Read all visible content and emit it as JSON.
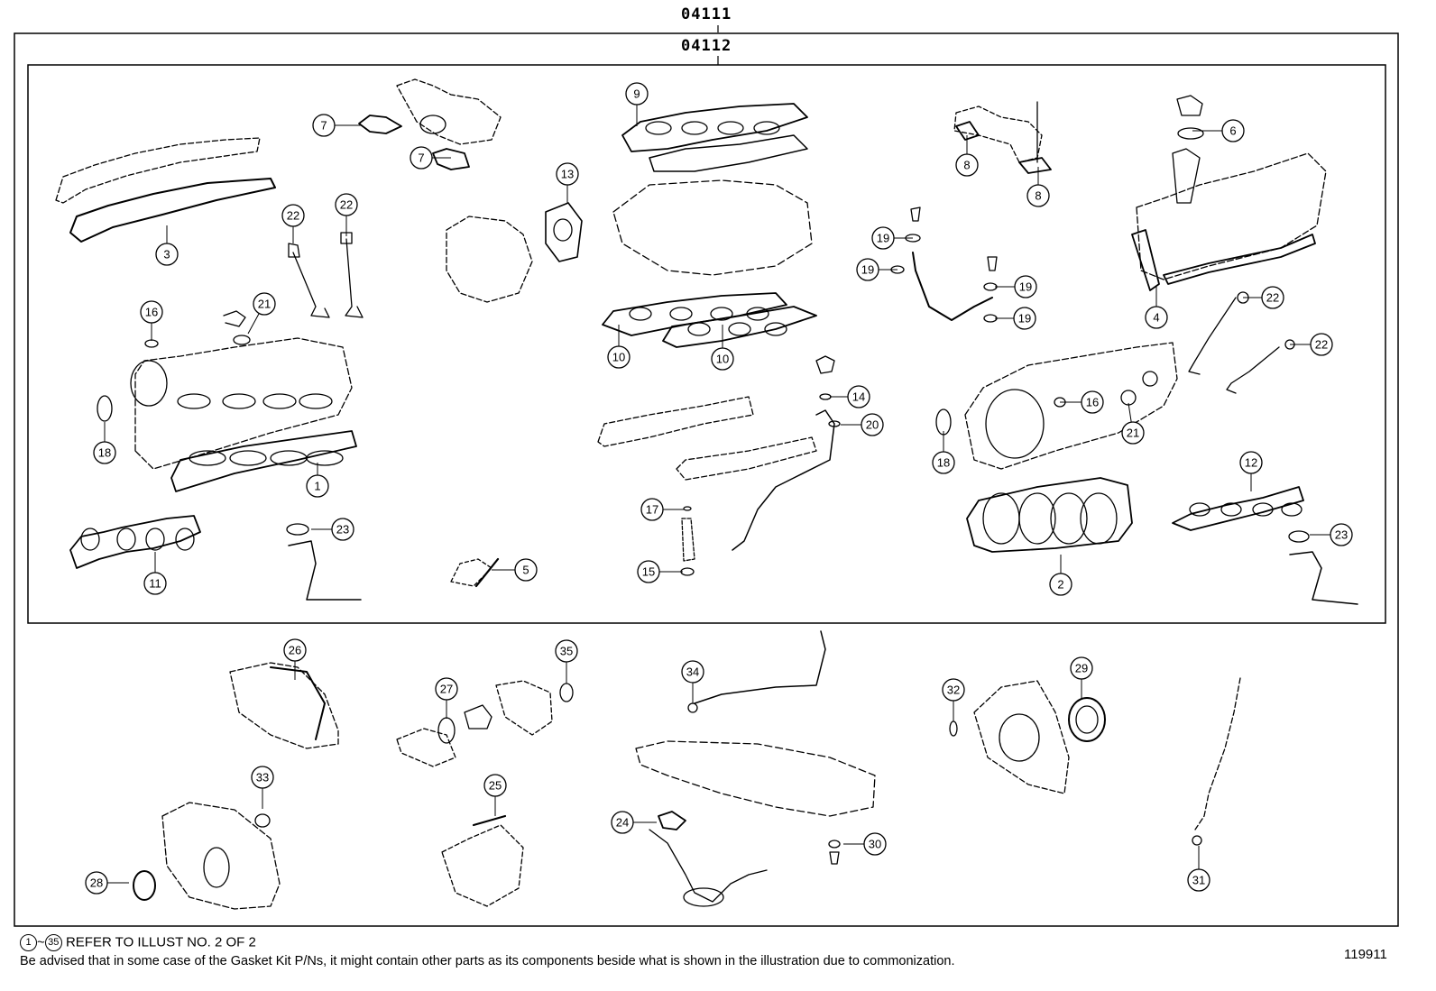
{
  "codes": {
    "outer": "04111",
    "inner": "04112"
  },
  "callouts": [
    "1",
    "2",
    "3",
    "4",
    "5",
    "6",
    "7",
    "7",
    "8",
    "8",
    "9",
    "10",
    "10",
    "11",
    "12",
    "13",
    "14",
    "15",
    "16",
    "16",
    "17",
    "18",
    "18",
    "19",
    "19",
    "19",
    "19",
    "20",
    "21",
    "21",
    "22",
    "22",
    "22",
    "22",
    "23",
    "23",
    "24",
    "25",
    "26",
    "27",
    "28",
    "29",
    "30",
    "31",
    "32",
    "33",
    "34",
    "35"
  ],
  "footer": {
    "ref_start": "1",
    "ref_sep": "~",
    "ref_end": "35",
    "ref_text": "REFER TO ILLUST NO. 2 OF 2",
    "note": "Be advised that in some case of the Gasket Kit P/Ns,  it might contain other parts as its components beside what is shown in the illustration due to commonization.",
    "illustration_number": "119911"
  }
}
